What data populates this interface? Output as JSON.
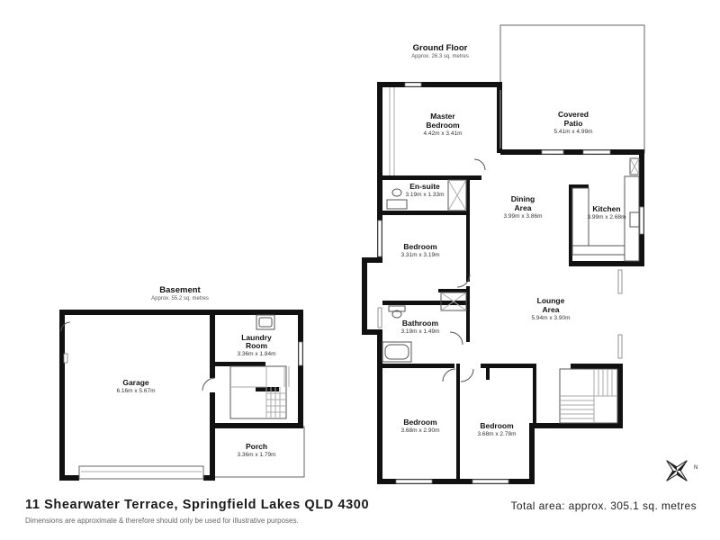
{
  "footer": {
    "address": "11 Shearwater Terrace, Springfield Lakes QLD 4300",
    "total_area": "Total area: approx. 305.1 sq. metres",
    "disclaimer": "Dimensions are approximate & therefore should only be used for illustrative purposes."
  },
  "floors": {
    "ground": {
      "title": "Ground Floor",
      "area": "Approx. 26.3 sq. metres"
    },
    "basement": {
      "title": "Basement",
      "area": "Approx. 55.2 sq. metres"
    }
  },
  "rooms": {
    "master_bedroom": {
      "name_line1": "Master",
      "name_line2": "Bedroom",
      "dims": "4.42m x 3.41m"
    },
    "covered_patio": {
      "name_line1": "Covered",
      "name_line2": "Patio",
      "dims": "5.41m x 4.99m"
    },
    "ensuite": {
      "name": "En-suite",
      "dims": "3.19m x 1.33m"
    },
    "dining_area": {
      "name_line1": "Dining",
      "name_line2": "Area",
      "dims": "3.99m x 3.86m"
    },
    "kitchen": {
      "name": "Kitchen",
      "dims": "3.99m x 2.68m"
    },
    "bedroom_left": {
      "name": "Bedroom",
      "dims": "3.31m x 3.19m"
    },
    "lounge_area": {
      "name_line1": "Lounge",
      "name_line2": "Area",
      "dims": "5.94m x 3.90m"
    },
    "bathroom": {
      "name": "Bathroom",
      "dims": "3.19m x 1.49m"
    },
    "bedroom_bottom_left": {
      "name": "Bedroom",
      "dims": "3.68m x 2.90m"
    },
    "bedroom_bottom_right": {
      "name": "Bedroom",
      "dims": "3.68m x 2.78m"
    },
    "garage": {
      "name": "Garage",
      "dims": "6.16m x 5.67m"
    },
    "laundry_room": {
      "name_line1": "Laundry",
      "name_line2": "Room",
      "dims": "3.36m x 1.84m"
    },
    "porch": {
      "name": "Porch",
      "dims": "3.36m x 1.79m"
    }
  },
  "compass": {
    "north_label": "N"
  }
}
